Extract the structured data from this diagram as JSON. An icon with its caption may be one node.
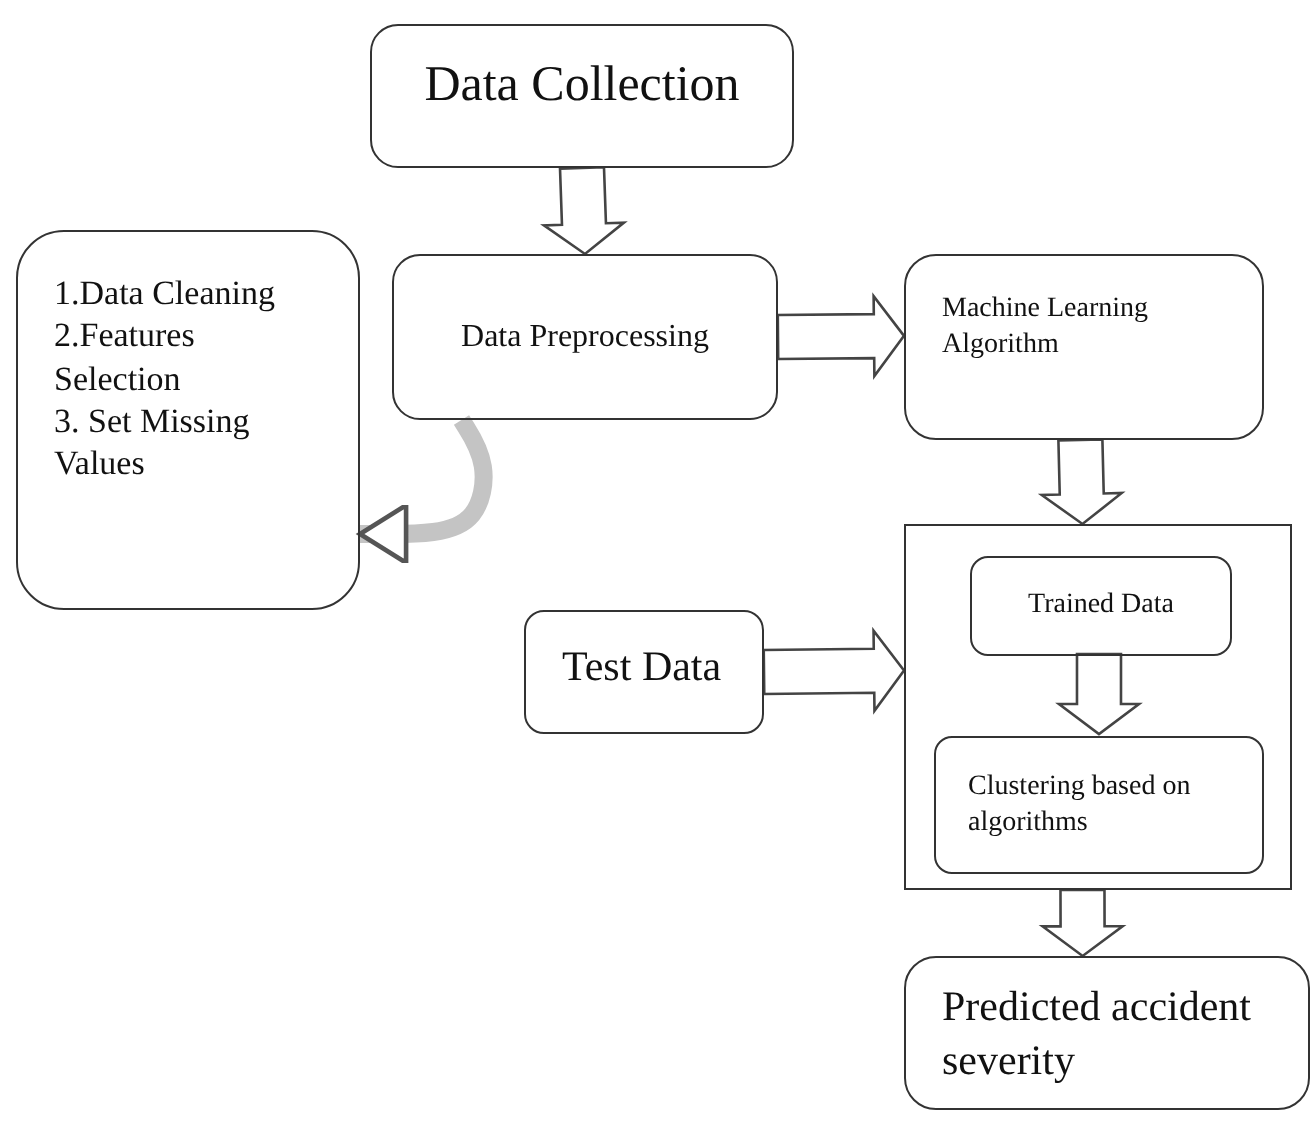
{
  "diagram": {
    "nodes": [
      {
        "text": [
          "Data Collection"
        ]
      },
      {
        "text": [
          "Data Preprocessing"
        ]
      },
      {
        "text": [
          "Machine Learning Algorithm"
        ]
      },
      {
        "text": [
          "1.Data Cleaning",
          "2.Features Selection",
          "3. Set Missing Values"
        ]
      },
      {
        "text": [],
        "shape": "box"
      },
      {
        "text": [
          "Trained Data"
        ],
        "in": 4
      },
      {
        "text": [
          "Clustering based on algorithms"
        ],
        "in": 4
      },
      {
        "text": [
          "Test Data"
        ]
      },
      {
        "text": [
          "Predicted accident severity"
        ]
      }
    ],
    "edges": [
      {
        "from": 0,
        "to": 1,
        "arrow": "to"
      },
      {
        "from": 1,
        "to": 2,
        "arrow": "to"
      },
      {
        "from": 1,
        "to": 3,
        "arrow": "to"
      },
      {
        "from": 2,
        "to": 4,
        "arrow": "to"
      },
      {
        "from": 7,
        "to": 4,
        "arrow": "to"
      },
      {
        "from": 5,
        "to": 6,
        "arrow": "to"
      },
      {
        "from": 4,
        "to": 8,
        "arrow": "to"
      }
    ]
  }
}
